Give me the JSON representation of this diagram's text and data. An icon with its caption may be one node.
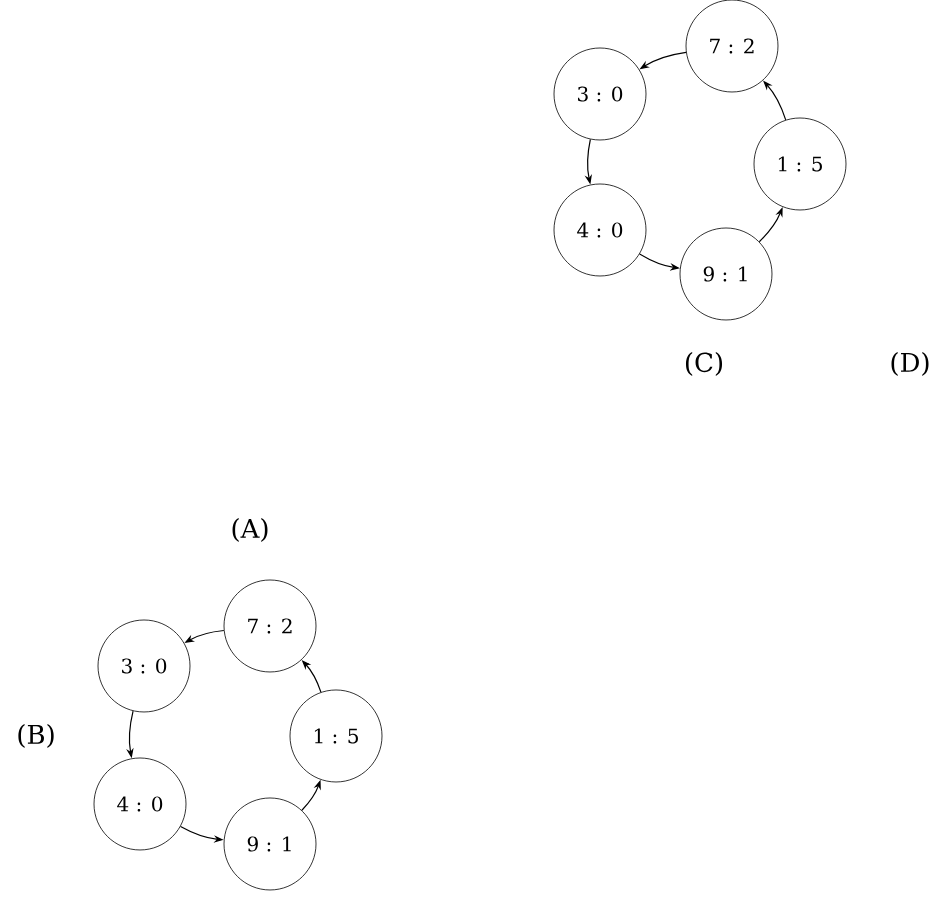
{
  "diagram": {
    "nodes": [
      {
        "text": [
          "7 : 2"
        ]
      },
      {
        "text": [
          "3 : 0"
        ]
      },
      {
        "text": [
          "4 : 0"
        ]
      },
      {
        "text": [
          "9 : 1"
        ]
      },
      {
        "text": [
          "1 : 5"
        ]
      },
      {
        "text": [
          "7 : 2"
        ]
      },
      {
        "text": [
          "3 : 0"
        ]
      },
      {
        "text": [
          "4 : 0"
        ]
      },
      {
        "text": [
          "9 : 1"
        ]
      },
      {
        "text": [
          "1 : 5"
        ]
      }
    ],
    "edges": [
      {
        "from": 0,
        "to": 1,
        "arrow": "to"
      },
      {
        "from": 1,
        "to": 2,
        "arrow": "to"
      },
      {
        "from": 2,
        "to": 3,
        "arrow": "to"
      },
      {
        "from": 3,
        "to": 4,
        "arrow": "to"
      },
      {
        "from": 4,
        "to": 0,
        "arrow": "to"
      },
      {
        "from": 5,
        "to": 6,
        "arrow": "to"
      },
      {
        "from": 6,
        "to": 7,
        "arrow": "to"
      },
      {
        "from": 7,
        "to": 8,
        "arrow": "to"
      },
      {
        "from": 8,
        "to": 9,
        "arrow": "to"
      },
      {
        "from": 9,
        "to": 5,
        "arrow": "to"
      }
    ],
    "labels": [
      "(C)",
      "(D)",
      "(A)",
      "(B)"
    ]
  }
}
